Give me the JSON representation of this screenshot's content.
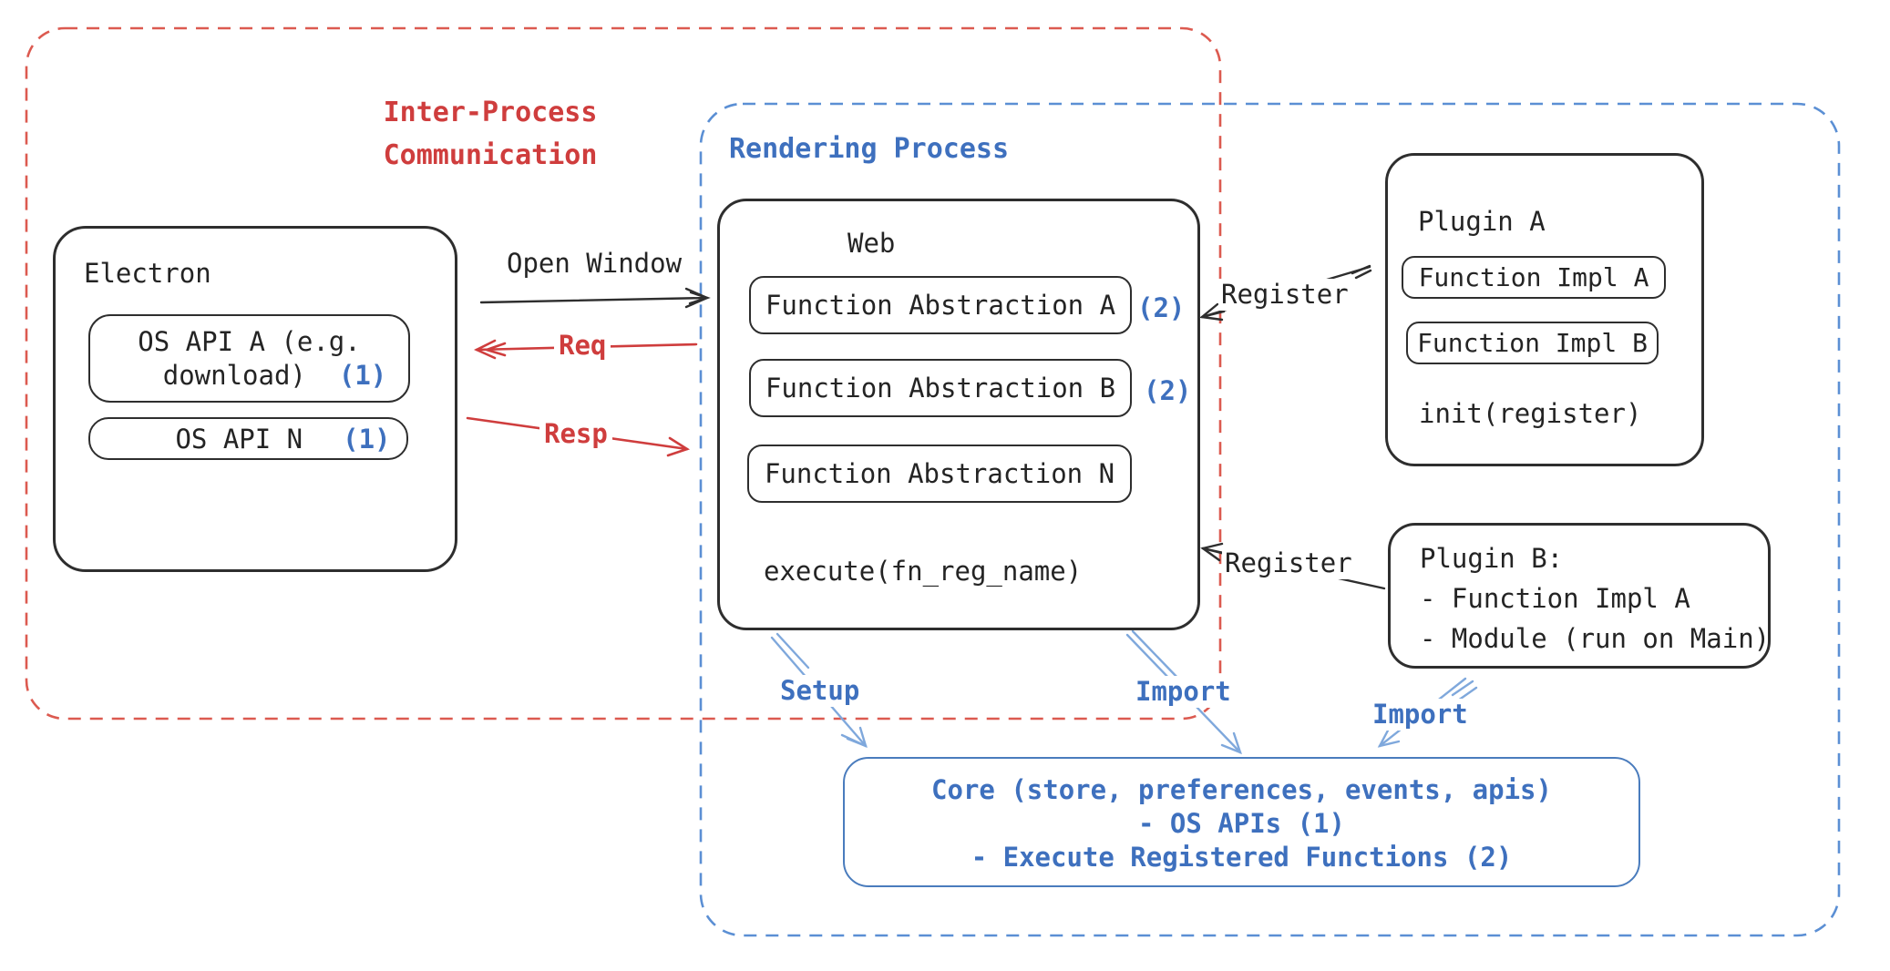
{
  "regions": {
    "ipc": {
      "label_line1": "Inter-Process",
      "label_line2": "Communication",
      "border_color": "#dc5a50"
    },
    "rendering": {
      "label": "Rendering Process",
      "border_color": "#5b8fd4"
    }
  },
  "electron": {
    "title": "Electron",
    "os_api_a": {
      "line1": "OS API A (e.g.",
      "line2": "download)",
      "marker": "(1)"
    },
    "os_api_n": {
      "label": "OS API N",
      "marker": "(1)"
    }
  },
  "web": {
    "title": "Web",
    "fa_a": {
      "label": "Function Abstraction A",
      "marker": "(2)"
    },
    "fa_b": {
      "label": "Function Abstraction B",
      "marker": "(2)"
    },
    "fa_n": {
      "label": "Function Abstraction N"
    },
    "execute": "execute(fn_reg_name)"
  },
  "plugin_a": {
    "title": "Plugin A",
    "impl_a": "Function Impl A",
    "impl_b": "Function Impl B",
    "init": "init(register)"
  },
  "plugin_b": {
    "line1": "Plugin B:",
    "line2": "- Function Impl A",
    "line3": "- Module (run on Main)"
  },
  "core": {
    "line1": "Core (store, preferences, events, apis)",
    "line2": "- OS APIs (1)",
    "line3": "- Execute Registered Functions (2)"
  },
  "arrows": {
    "open_window": "Open Window",
    "req": "Req",
    "resp": "Resp",
    "register_a": "Register",
    "register_b": "Register",
    "setup": "Setup",
    "import_web": "Import",
    "import_plugin": "Import"
  },
  "colors": {
    "red": "#cf3d3d",
    "blue_text": "#3e70be",
    "light_blue_arrow": "#7fa8dc",
    "black_stroke": "#2e2e2e"
  }
}
